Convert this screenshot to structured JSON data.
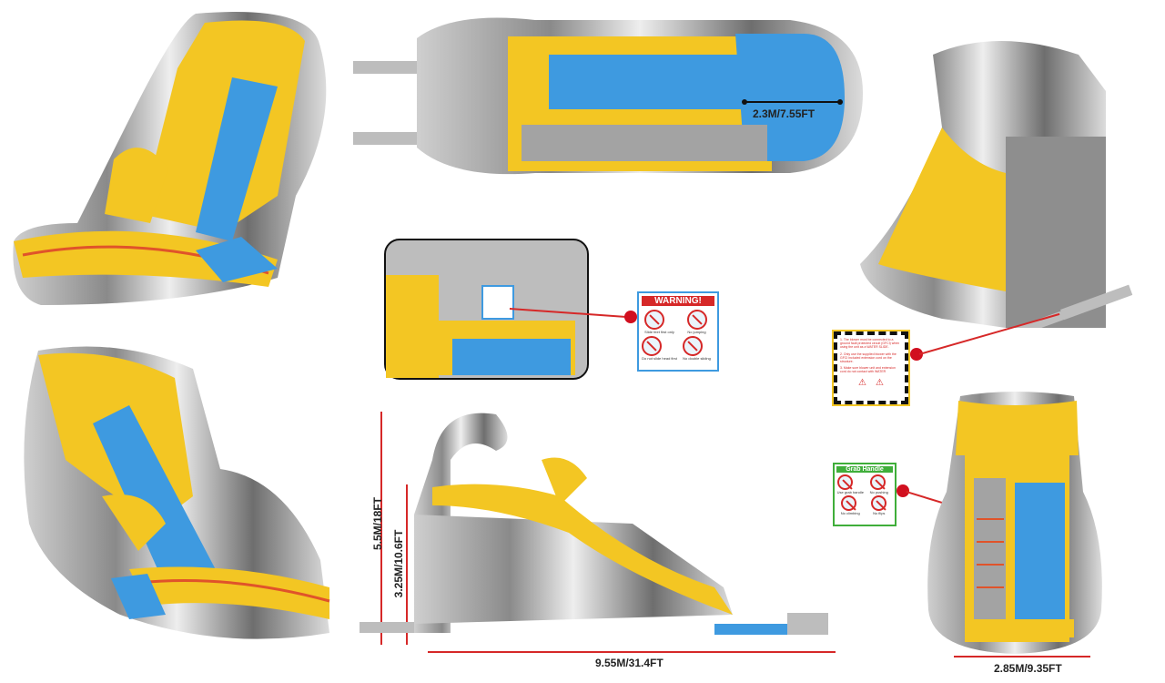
{
  "dimensions": {
    "width_top": "2.3M/7.55FT",
    "height_total": "5.5M/18FT",
    "height_platform": "3.25M/10.6FT",
    "length": "9.55M/31.4FT",
    "width_front": "2.85M/9.35FT"
  },
  "warning_sign": {
    "title": "WARNING!",
    "captions": [
      "Slide feet first only",
      "No jumping",
      "Do not slide head first",
      "No double sliding"
    ]
  },
  "blower_sign": {
    "lines": [
      "1. The blower must be connected to a ground fault protected circuit (GFCI) when using the unit as a WATER SLIDE.",
      "2. Only use the supplied blower with the GFCI included extension cord on the structure.",
      "3. Make sure blower unit and extension cord do not contact with WATER"
    ]
  },
  "grab_sign": {
    "title": "Grab Handle",
    "captions": [
      "Use grab handle",
      "No pushing",
      "No climbing",
      "No flips"
    ]
  },
  "colors": {
    "yellow": "#f3c623",
    "orange_stripe": "#e0532a",
    "blue": "#3e9ae0",
    "gray": "#9a9a9a",
    "red_dimension": "#d62828"
  }
}
